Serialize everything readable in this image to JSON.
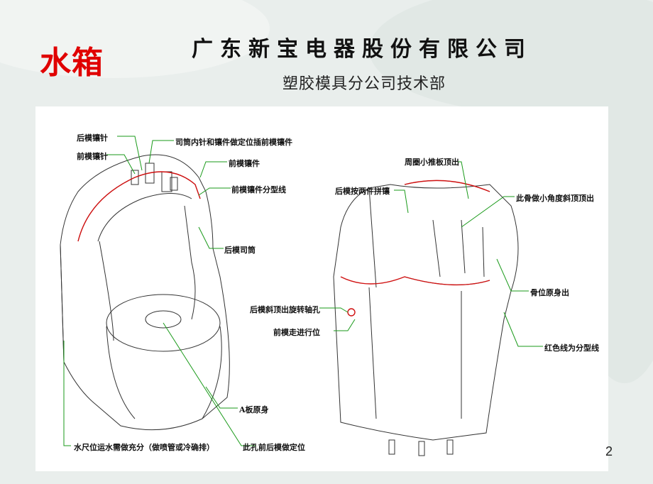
{
  "slide": {
    "title": "水箱",
    "company": "广东新宝电器股份有限公司",
    "department": "塑胶模具分公司技术部",
    "page_number": "2"
  },
  "left_labels": {
    "rear_mold_insert_pin": "后模镶针",
    "front_mold_insert_pin": "前模镶针",
    "sleeve_pin": "司筒内针和镶件做定位插前模镶件",
    "front_mold_insert": "前模镶件",
    "front_insert_parting": "前模镶件分型线",
    "rear_mold_sleeve": "后模司筒",
    "a_plate": "A板原身",
    "water_level": "水尺位运水需做充分（做喷管或冷确排）",
    "hole_locating": "此孔前后模做定位"
  },
  "right_labels": {
    "ejector": "周圈小推板顶出",
    "rear_two_insert": "后模按两件拼镶",
    "inclined_ejector": "此骨做小角度斜顶顶出",
    "rear_rotate_core": "后模斜顶出旋转轴孔",
    "front_slide": "前模走进行位",
    "rib": "骨位原身出",
    "red_parting": "红色线为分型线"
  },
  "colors": {
    "title_red": "#e00000",
    "parting_red": "#d01010",
    "leader_green": "#1a9a1a"
  }
}
